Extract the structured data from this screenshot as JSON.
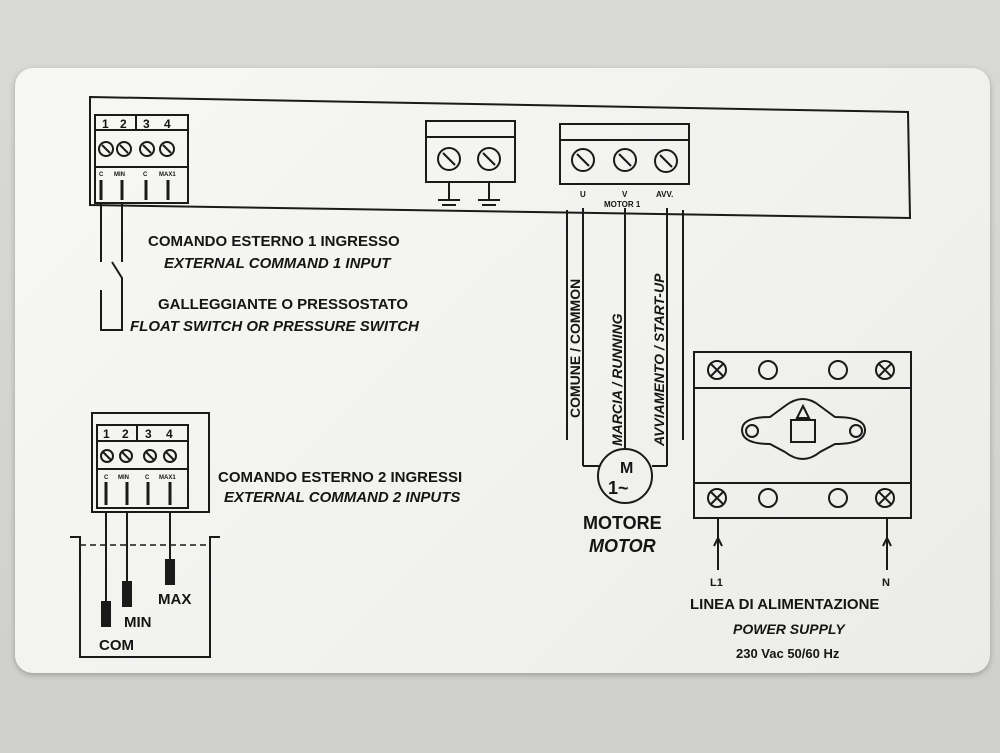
{
  "terminal_block_numbers": [
    "1",
    "2",
    "3",
    "4"
  ],
  "terminal_block_tags": [
    "C",
    "MIN",
    "C",
    "MAX1"
  ],
  "motor_terminals": {
    "u": "U",
    "v": "V",
    "avv": "AVV.",
    "caption": "MOTOR 1"
  },
  "command1": {
    "it": "COMANDO ESTERNO 1 INGRESSO",
    "en": "EXTERNAL COMMAND 1 INPUT"
  },
  "float_switch": {
    "it": "GALLEGGIANTE O PRESSOSTATO",
    "en": "FLOAT SWITCH OR PRESSURE SWITCH"
  },
  "command2": {
    "it": "COMANDO ESTERNO 2 INGRESSI",
    "en": "EXTERNAL COMMAND 2 INPUTS"
  },
  "motor_wires": {
    "common": "COMUNE / COMMON",
    "running": "MARCIA / RUNNING",
    "startup": "AVVIAMENTO / START-UP"
  },
  "motor_symbol": {
    "top": "M",
    "bottom": "1~"
  },
  "motor_caption": {
    "it": "MOTORE",
    "en": "MOTOR"
  },
  "tank_levels": {
    "max": "MAX",
    "min": "MIN",
    "com": "COM"
  },
  "power": {
    "l1": "L1",
    "n": "N",
    "it": "LINEA DI ALIMENTAZIONE",
    "en": "POWER SUPPLY",
    "spec": "230 Vac 50/60 Hz"
  }
}
